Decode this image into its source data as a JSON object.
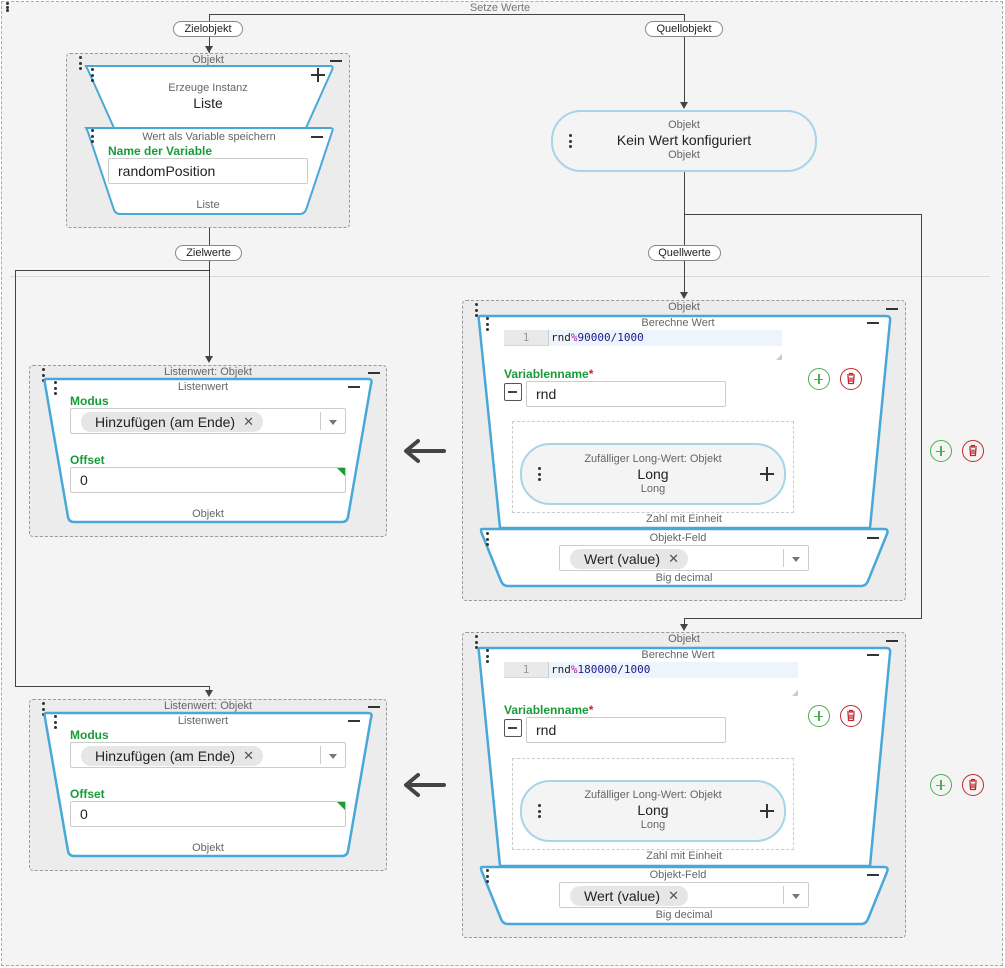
{
  "outer_title": "Setze Werte",
  "edges": {
    "zielobjekt": "Zielobjekt",
    "quellobjekt": "Quellobjekt",
    "zielwerte": "Zielwerte",
    "quellwerte": "Quellwerte"
  },
  "target_group": {
    "title": "Objekt",
    "create": {
      "caption": "Erzeuge Instanz",
      "value": "Liste"
    },
    "store": {
      "caption": "Wert als Variable speichern",
      "field_label": "Name der Variable",
      "field_value": "randomPosition",
      "footer": "Liste"
    }
  },
  "source_node": {
    "top": "Objekt",
    "value": "Kein Wert konfiguriert",
    "bottom": "Objekt"
  },
  "list_groups": [
    {
      "title": "Listenwert: Objekt",
      "caption": "Listenwert",
      "mode_label": "Modus",
      "mode_value": "Hinzufügen (am Ende)",
      "offset_label": "Offset",
      "offset_value": "0",
      "footer": "Objekt"
    },
    {
      "title": "Listenwert: Objekt",
      "caption": "Listenwert",
      "mode_label": "Modus",
      "mode_value": "Hinzufügen (am Ende)",
      "offset_label": "Offset",
      "offset_value": "0",
      "footer": "Objekt"
    }
  ],
  "compute_groups": [
    {
      "title": "Objekt",
      "caption": "Berechne Wert",
      "line_no": "1",
      "code_var": "rnd",
      "code_op": "%",
      "code_rest": "90000/1000",
      "var_label": "Variablenname",
      "req": "*",
      "var_value": "rnd",
      "random_caption": "Zufälliger Long-Wert: Objekt",
      "random_value": "Long",
      "random_sub": "Long",
      "unit_label": "Zahl mit Einheit",
      "field_caption": "Objekt-Feld",
      "field_value": "Wert (value)",
      "field_footer": "Big decimal"
    },
    {
      "title": "Objekt",
      "caption": "Berechne Wert",
      "line_no": "1",
      "code_var": "rnd",
      "code_op": "%",
      "code_rest": "180000/1000",
      "var_label": "Variablenname",
      "req": "*",
      "var_value": "rnd",
      "random_caption": "Zufälliger Long-Wert: Objekt",
      "random_value": "Long",
      "random_sub": "Long",
      "unit_label": "Zahl mit Einheit",
      "field_caption": "Objekt-Feld",
      "field_value": "Wert (value)",
      "field_footer": "Big decimal"
    }
  ],
  "colors": {
    "accent_blue": "#4aa8d8",
    "label_green": "#1a9a3a",
    "required_red": "#d02020",
    "add_green": "#4caf50",
    "delete_red": "#c0282e",
    "code_purple": "#a020a0",
    "code_navy": "#1a1a8a"
  },
  "icons": {
    "kebab": "kebab-menu-icon",
    "collapse": "minus-icon",
    "expand": "plus-icon",
    "add": "add-circle-icon",
    "delete": "trash-icon",
    "arrow": "arrow-left-icon",
    "clear": "clear-x-icon",
    "dropdown": "chevron-down-icon"
  }
}
